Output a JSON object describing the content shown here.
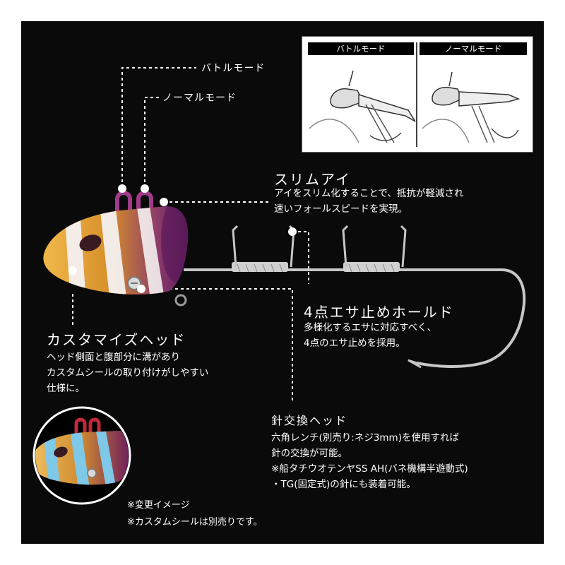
{
  "callouts": {
    "battle_mode": "バトルモード",
    "normal_mode": "ノーマルモード",
    "slim_eye": {
      "title": "スリムアイ",
      "lines": [
        "アイをスリム化することで、抵抗が軽減され",
        "速いフォールスピードを実現。"
      ]
    },
    "hold": {
      "title": "4点エサ止めホールド",
      "lines": [
        "多様化するエサに対応すべく、",
        "4点のエサ止めを採用。"
      ]
    },
    "custom_head": {
      "title": "カスタマイズヘッド",
      "lines": [
        "ヘッド側面と腹部分に溝があり",
        "カスタムシールの取り付けがしやすい",
        "仕様に。"
      ]
    },
    "needle_head": {
      "title": "針交換ヘッド",
      "lines": [
        "六角レンチ(別売り:ネジ3mm)を使用すれば",
        "針の交換が可能。",
        "※船タチウオテンヤSS AH(バネ機構半遊動式)",
        "・TG(固定式)の針にも装着可能。"
      ]
    }
  },
  "inset": {
    "left_header": "バトルモード",
    "right_header": "ノーマルモード"
  },
  "notes": [
    "※変更イメージ",
    "※カスタムシールは別売りです。"
  ],
  "colors": {
    "background": "#0a0a0a",
    "head_gold": "#d89a2a",
    "head_purple": "#7a1e6e",
    "stripe_white": "#f4f0f0",
    "custom_stripe_blue": "#7ec8e8",
    "hook_metal": "#b0b0b0"
  }
}
